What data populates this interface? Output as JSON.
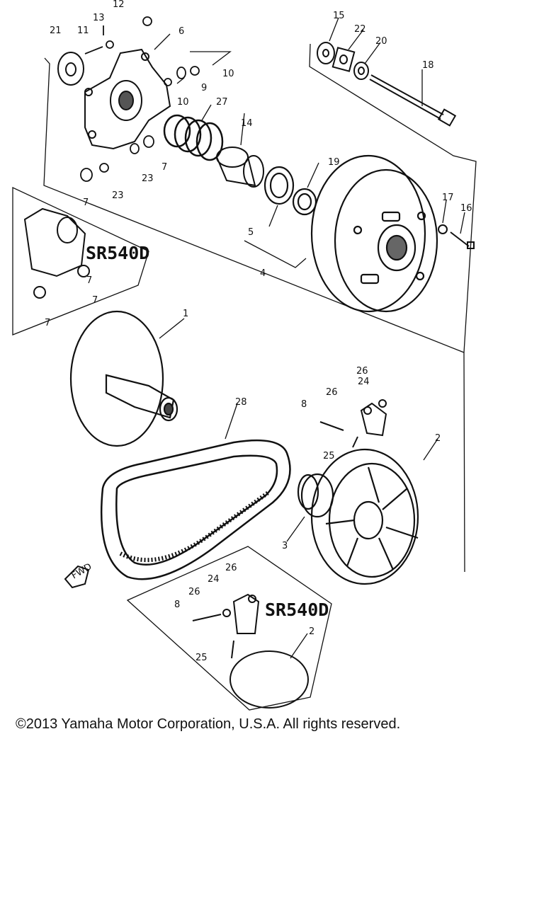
{
  "diagram": {
    "variant_label": "SR540D",
    "fwd_label": "FWD",
    "callouts": {
      "c1": "1",
      "c2a": "2",
      "c2b": "2",
      "c3": "3",
      "c4": "4",
      "c5": "5",
      "c6": "6",
      "c7a": "7",
      "c7b": "7",
      "c7c": "7",
      "c7d": "7",
      "c7e": "7",
      "c8a": "8",
      "c8b": "8",
      "c9": "9",
      "c10a": "10",
      "c10b": "10",
      "c11": "11",
      "c12": "12",
      "c13": "13",
      "c14": "14",
      "c15": "15",
      "c16": "16",
      "c17": "17",
      "c18": "18",
      "c19": "19",
      "c20": "20",
      "c21": "21",
      "c22": "22",
      "c23a": "23",
      "c23b": "23",
      "c24a": "24",
      "c24b": "24",
      "c25a": "25",
      "c25b": "25",
      "c26a": "26",
      "c26b": "26",
      "c26c": "26",
      "c26d": "26",
      "c27": "27",
      "c28": "28"
    }
  },
  "copyright": "©2013 Yamaha Motor Corporation, U.S.A. All rights reserved."
}
